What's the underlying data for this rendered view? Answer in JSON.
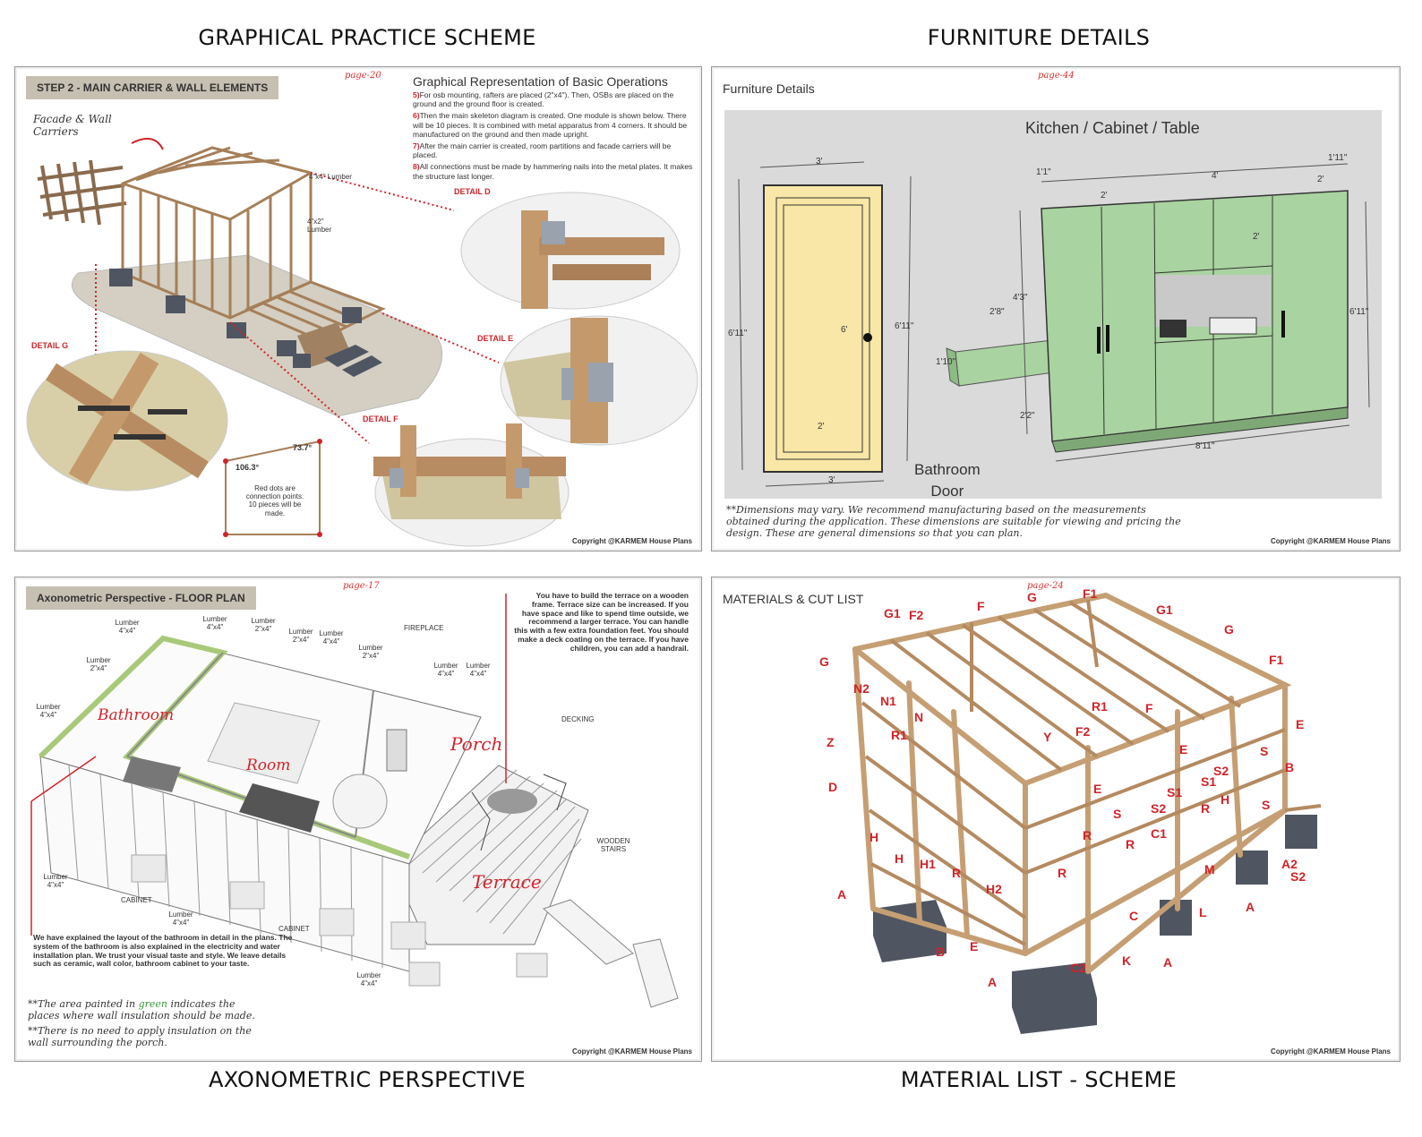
{
  "titles": {
    "top_left": "GRAPHICAL PRACTICE SCHEME",
    "top_right": "FURNITURE DETAILS",
    "bottom_left": "AXONOMETRIC PERSPECTIVE",
    "bottom_right": "MATERIAL LIST - SCHEME"
  },
  "copyright": "Copyright @KARMEM House Plans",
  "sheet1": {
    "page": "page-20",
    "banner": "STEP 2 - MAIN CARRIER & WALL ELEMENTS",
    "facade_note": "Facade & Wall Carriers",
    "ops_title": "Graphical Representation of Basic Operations",
    "ops": [
      {
        "n": "5)",
        "text": "For osb mounting, rafters are placed (2\"x4\"). Then, OSBs are placed on the ground and the ground floor is created."
      },
      {
        "n": "6)",
        "text": "Then the main skeleton diagram is created. One module is shown below. There will be 10 pieces. It is combined with metal apparatus from 4 corners. It should be manufactured on the ground and then made upright."
      },
      {
        "n": "7)",
        "text": "After the main carrier is created, room partitions and facade carriers will be placed."
      },
      {
        "n": "8)",
        "text": "All connections must be made by hammering nails into the metal plates. It makes the structure last longer."
      }
    ],
    "lumber_a": "4\"x4\" Lumber",
    "lumber_b": "4\"x2\" Lumber",
    "detail_d": "DETAIL D",
    "detail_e": "DETAIL E",
    "detail_f": "DETAIL F",
    "detail_g": "DETAIL G",
    "angle_a": "106.3°",
    "angle_b": "73.7°",
    "dots_note": "Red dots are connection points. 10 pieces will be made."
  },
  "sheet2": {
    "page": "page-44",
    "heading": "Furniture Details",
    "panel_title": "Kitchen / Cabinet / Table",
    "door_label_1": "Bathroom",
    "door_label_2": "Door",
    "dims": {
      "door_w_top": "3'",
      "door_h_left": "6'11\"",
      "door_h_right": "6'11\"",
      "door_inner_h": "6'",
      "door_inner_w": "2'",
      "door_w_bottom": "3'",
      "cab_w_total": "8'11\"",
      "cab_h_right": "6'11\"",
      "cab_a": "1'1\"",
      "cab_b": "2'",
      "cab_c": "4'",
      "cab_d": "2'",
      "cab_e": "1'11\"",
      "cab_f": "2'",
      "cab_g": "4'3\"",
      "cab_h": "2'8\"",
      "cab_i": "1'10\"",
      "cab_j": "2'2\""
    },
    "note": "**Dimensions may vary. We recommend manufacturing based on the measurements obtained during the application. These dimensions are suitable for viewing and pricing the design. These are general dimensions so that you can plan."
  },
  "sheet3": {
    "page": "page-17",
    "banner": "Axonometric Perspective - FLOOR PLAN",
    "rooms": {
      "bathroom": "Bathroom",
      "room": "Room",
      "porch": "Porch",
      "terrace": "Terrace"
    },
    "lumber_labels": [
      "Lumber 4\"x4\"",
      "Lumber 4\"x4\"",
      "Lumber 2\"x4\"",
      "Lumber 2\"x4\"",
      "Lumber 4\"x4\"",
      "Lumber 2\"x4\"",
      "Lumber 2\"x4\"",
      "Lumber 4\"x4\"",
      "Lumber 4\"x4\"",
      "Lumber 4\"x4\"",
      "Lumber 4\"x4\"",
      "Lumber 4\"x4\"",
      "Lumber 4\"x4\""
    ],
    "fireplace": "FIREPLACE",
    "decking": "DECKING",
    "wooden_stairs": "WOODEN STAIRS",
    "cabinet_a": "CABINET",
    "cabinet_b": "CABINET",
    "terrace_note": "You have to build the terrace on a wooden frame. Terrace size can be increased. If you have space and like to spend time outside, we recommend a larger terrace. You can handle this with a few extra foundation feet. You should make a deck coating on the terrace. If you have children, you can add a handrail.",
    "bath_note": "We have explained the layout of the bathroom in detail in the plans. The system of the bathroom is also explained in the electricity and water installation plan. We trust your visual taste and style. We leave details such as ceramic, wall color, bathroom cabinet to your taste.",
    "green_note_a": "**The area painted in",
    "green_word": "green",
    "green_note_b": "indicates the places where wall insulation should be made.",
    "porch_note": "**There is no need to apply insulation on the wall surrounding the porch."
  },
  "sheet4": {
    "page": "page-24",
    "heading": "MATERIALS & CUT LIST",
    "letters": [
      "G1",
      "F2",
      "F",
      "G",
      "F1",
      "G1",
      "G",
      "F1",
      "G",
      "N2",
      "N1",
      "N",
      "R1",
      "F",
      "E",
      "Z",
      "R1",
      "Y",
      "F2",
      "E",
      "S",
      "D",
      "S2",
      "E",
      "B",
      "S",
      "S1",
      "S1",
      "R",
      "H",
      "S2",
      "S",
      "R",
      "H",
      "H",
      "H1",
      "R",
      "R",
      "C1",
      "M",
      "A2",
      "S2",
      "H2",
      "R",
      "A",
      "A",
      "C",
      "L",
      "B",
      "E",
      "K",
      "A",
      "C2",
      "A"
    ]
  },
  "colors": {
    "wood": "#b8916a",
    "cabinet_green": "#a9d3a0",
    "door_yellow": "#f8e7a6",
    "accent_red": "#d0242a",
    "banner": "#c6c0b2",
    "concrete": "#4f5561",
    "floor_area": "#d4cfc2"
  }
}
